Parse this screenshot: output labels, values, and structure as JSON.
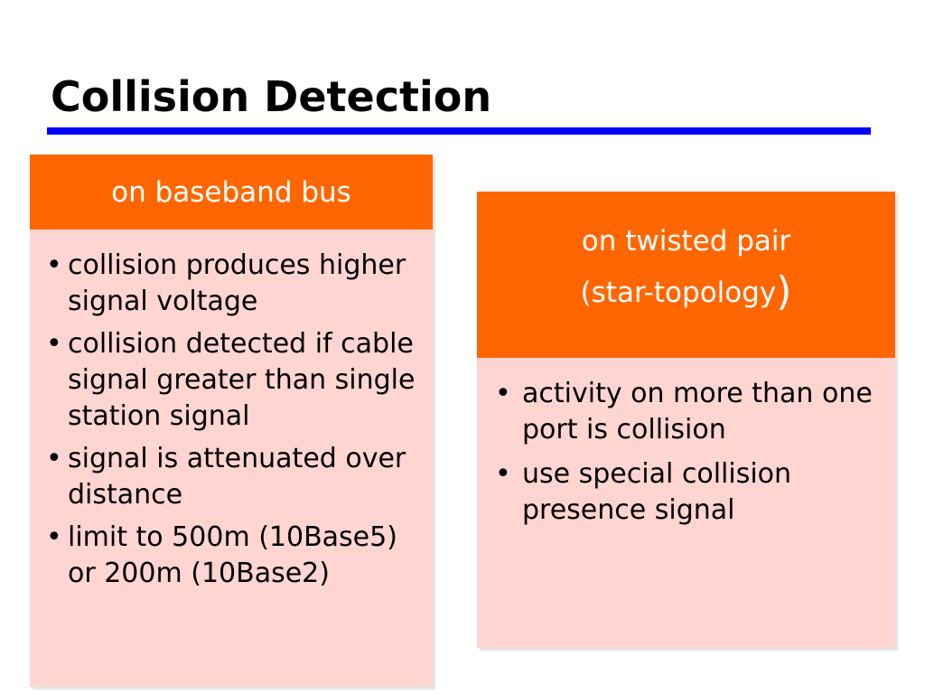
{
  "slide": {
    "title": "Collision Detection",
    "accent_color": "#0000ff",
    "header_color": "#ff6600",
    "panel_color": "#ffd5d1"
  },
  "left_panel": {
    "heading": "on baseband bus",
    "bullets": [
      "collision produces higher signal voltage",
      "collision detected if cable signal greater than single station signal",
      "signal is attenuated over distance",
      "limit to 500m (10Base5) or 200m (10Base2)"
    ]
  },
  "right_panel": {
    "heading_line1": "on twisted pair",
    "heading_line2": "(star-topology",
    "heading_paren": ")",
    "bullets": [
      "activity on more than one port is collision",
      "use special collision presence signal"
    ]
  },
  "bullet_glyph": "•"
}
